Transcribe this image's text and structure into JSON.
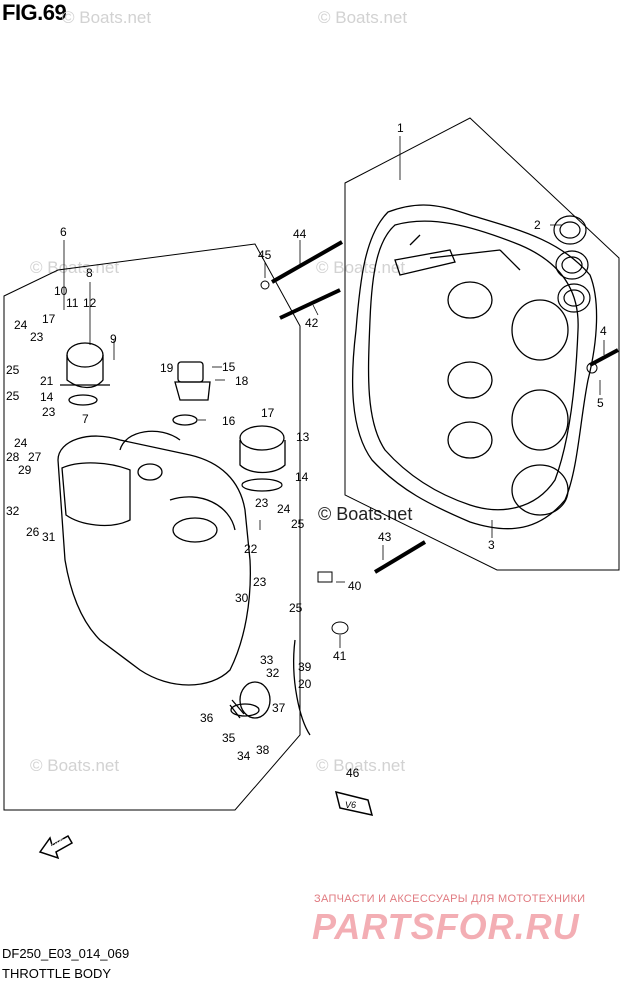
{
  "figure": {
    "title": "FIG.69",
    "model_code": "DF250_E03_014_069",
    "name": "THROTTLE BODY"
  },
  "watermarks": [
    "© Boats.net",
    "© Boats.net",
    "© Boats.net",
    "© Boats.net",
    "© Boats.net",
    "© Boats.net"
  ],
  "watermark_strong": "© Boats.net",
  "promo": {
    "tagline": "ЗАПЧАСТИ И АКСЕССУАРЫ ДЛЯ МОТОТЕХНИКИ",
    "logo": "PARTSFOR.RU"
  },
  "fwd_arrow_label": "FWD",
  "badge_label": "V6",
  "callouts": [
    "1",
    "2",
    "3",
    "4",
    "5",
    "6",
    "7",
    "8",
    "9",
    "10",
    "11",
    "12",
    "13",
    "14",
    "14",
    "15",
    "16",
    "17",
    "17",
    "18",
    "19",
    "20",
    "21",
    "22",
    "23",
    "23",
    "23",
    "23",
    "24",
    "24",
    "24",
    "25",
    "25",
    "25",
    "25",
    "26",
    "27",
    "28",
    "29",
    "30",
    "31",
    "32",
    "32",
    "33",
    "34",
    "35",
    "36",
    "37",
    "38",
    "39",
    "40",
    "41",
    "42",
    "43",
    "44",
    "45",
    "46"
  ],
  "colors": {
    "line": "#000000",
    "watermark": "#d2d2d2",
    "promo": "#f3aeb4"
  }
}
